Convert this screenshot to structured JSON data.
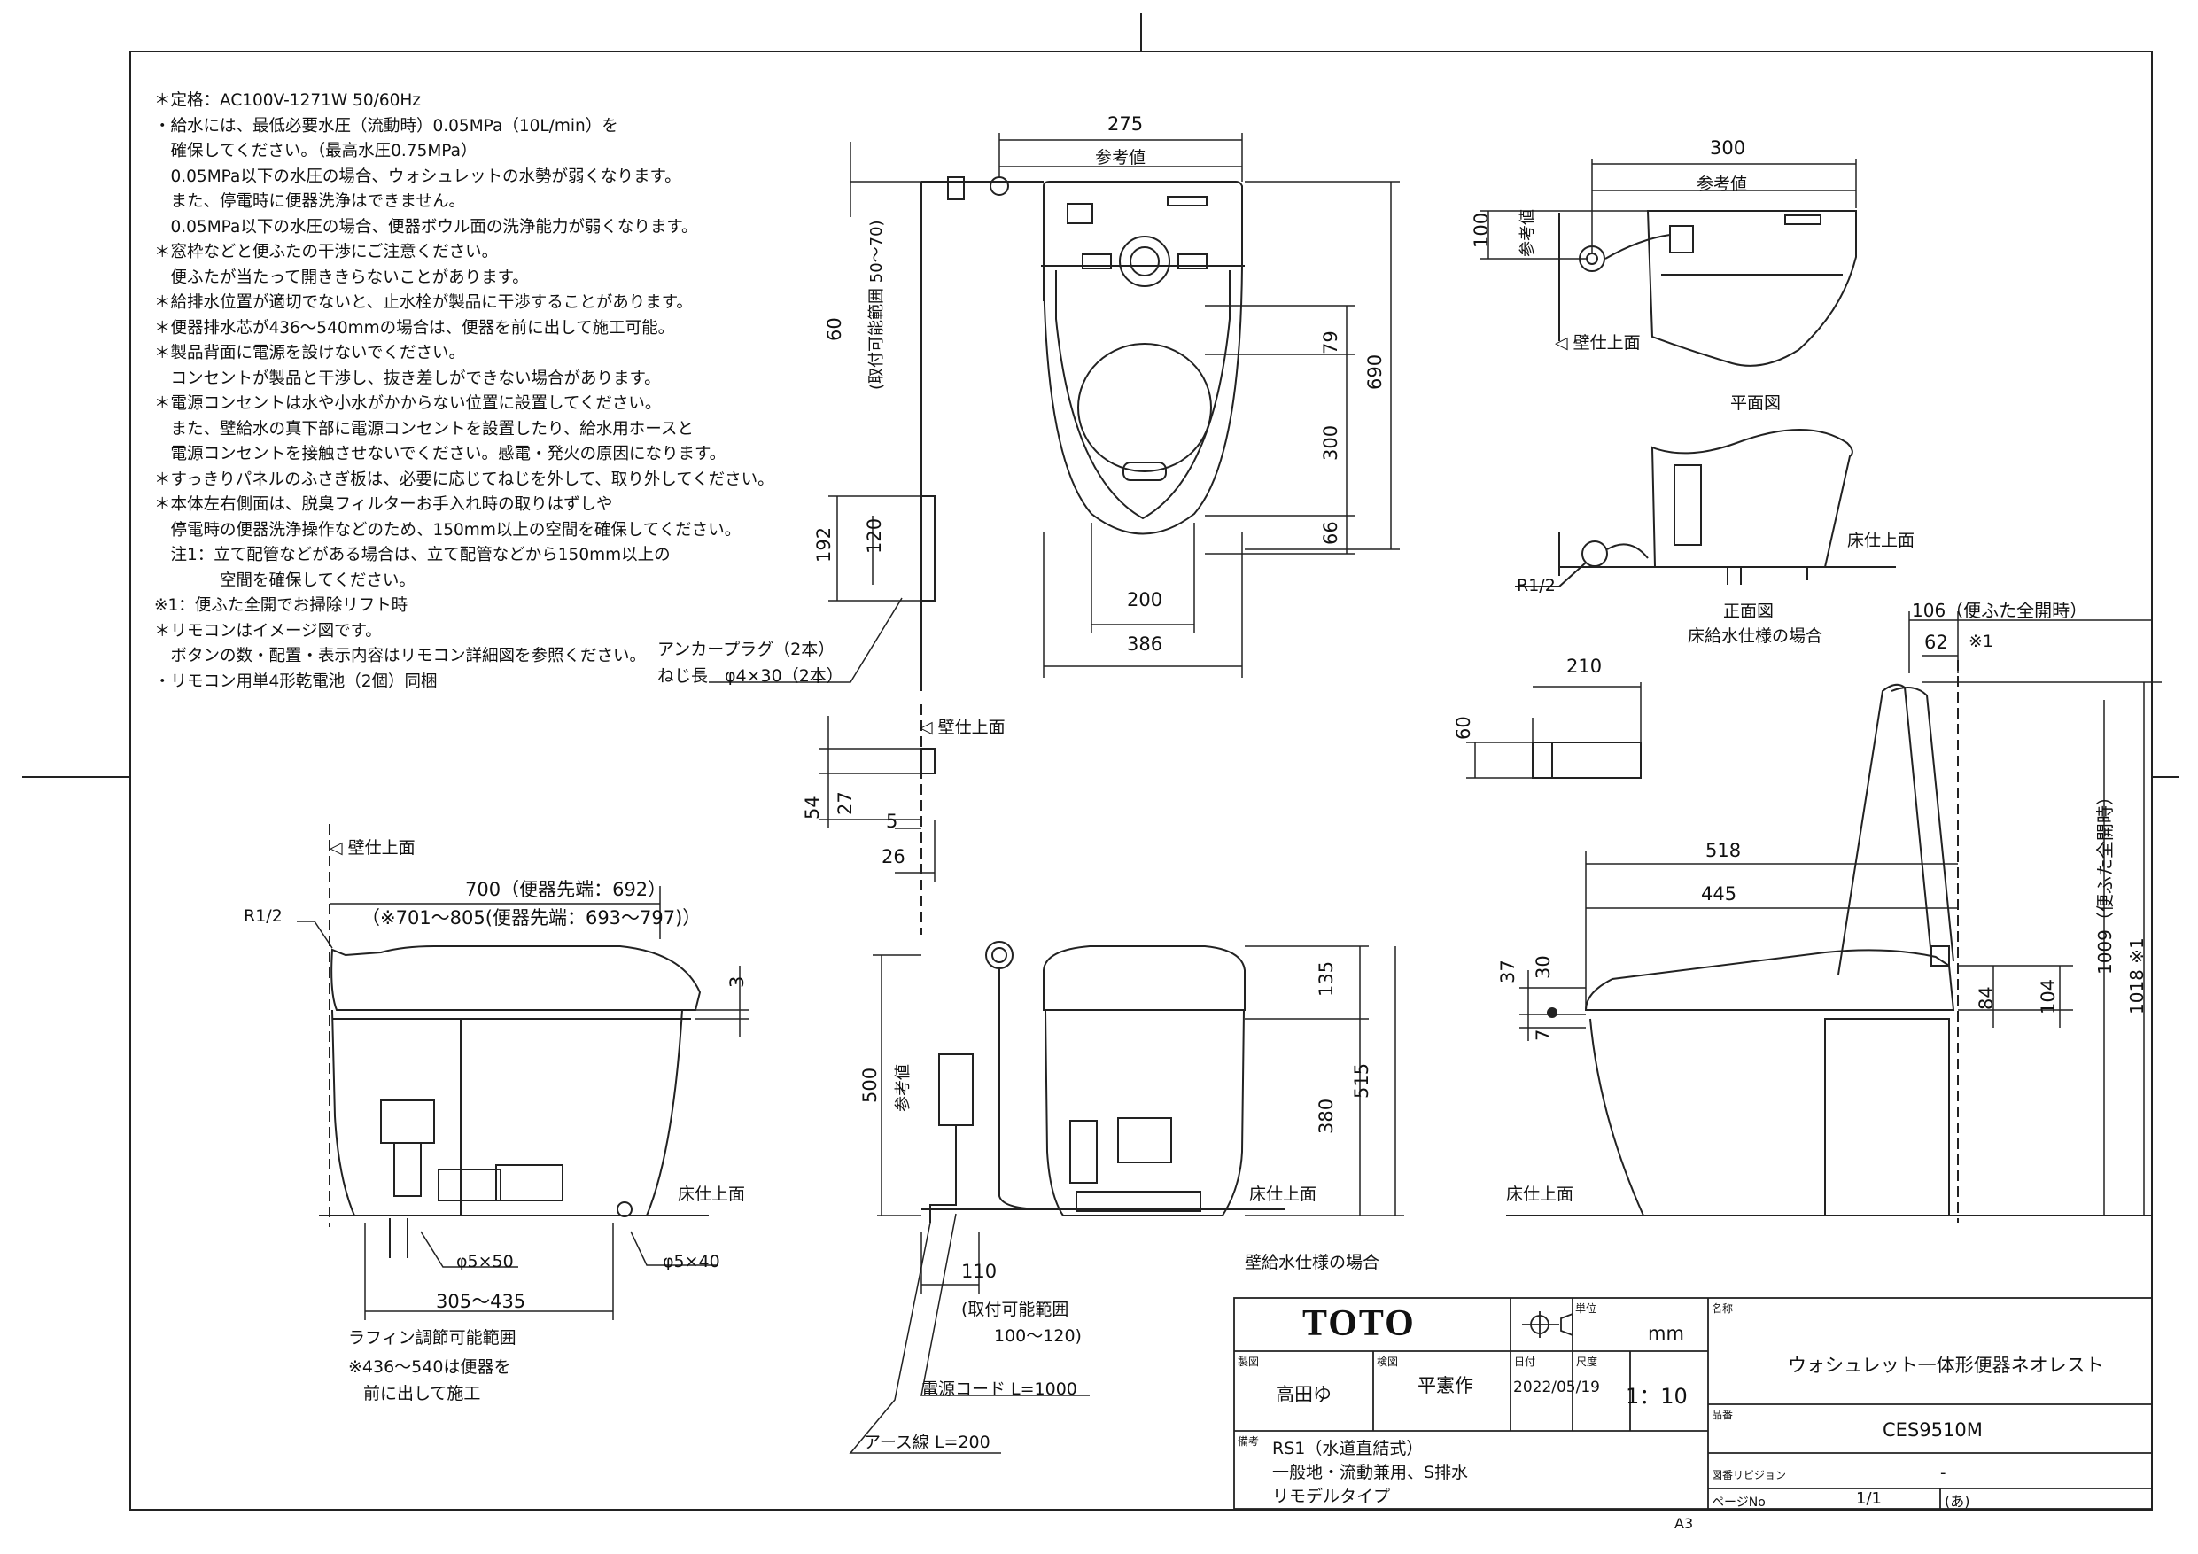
{
  "notes": [
    "＊定格：AC100V-1271W 50/60Hz",
    "・給水には、最低必要水圧（流動時）0.05MPa（10L/min）を",
    "　確保してください。（最高水圧0.75MPa）",
    "　0.05MPa以下の水圧の場合、ウォシュレットの水勢が弱くなります。",
    "　また、停電時に便器洗浄はできません。",
    "　0.05MPa以下の水圧の場合、便器ボウル面の洗浄能力が弱くなります。",
    "＊窓枠などと便ふたの干渉にご注意ください。",
    "　便ふたが当たって開ききらないことがあります。",
    "＊給排水位置が適切でないと、止水栓が製品に干渉することがあります。",
    "＊便器排水芯が436～540mmの場合は、便器を前に出して施工可能。",
    "＊製品背面に電源を設けないでください。",
    "　コンセントが製品と干渉し、抜き差しができない場合があります。",
    "＊電源コンセントは水や小水がかからない位置に設置してください。",
    "　また、壁給水の真下部に電源コンセントを設置したり、給水用ホースと",
    "　電源コンセントを接触させないでください。感電・発火の原因になります。",
    "＊すっきりパネルのふさぎ板は、必要に応じてねじを外して、取り外してください。",
    "＊本体左右側面は、脱臭フィルターお手入れ時の取りはずしや",
    "　停電時の便器洗浄操作などのため、150mm以上の空間を確保してください。",
    "　注1：立て配管などがある場合は、立て配管などから150mm以上の",
    "　　　　空間を確保してください。",
    "※1：便ふた全開でお掃除リフト時",
    "＊リモコンはイメージ図です。",
    "　ボタンの数・配置・表示内容はリモコン詳細図を参照ください。",
    "・リモコン用単4形乾電池（2個）同梱"
  ],
  "plan_view": {
    "dim_width_top": "275",
    "ref_label": "参考値",
    "dim_range_60": "60",
    "range_label": "(取付可能範囲 50～70)",
    "dim_79": "79",
    "dim_690": "690",
    "dim_300": "300",
    "dim_66": "66",
    "dim_192": "192",
    "dim_120": "120",
    "dim_200": "200",
    "dim_386": "386",
    "anchor_plug": "アンカープラグ（2本）",
    "screw": "ねじ長　φ4×30（2本）"
  },
  "remote_view": {
    "wall_label": "◁ 壁仕上面",
    "dim_54": "54",
    "dim_27": "27",
    "dim_5": "5",
    "dim_26": "26"
  },
  "left_side_view": {
    "wall_label": "◁ 壁仕上面",
    "dim_700": "700（便器先端：692）",
    "dim_701": "（※701～805(便器先端：693～797)）",
    "r12": "R1/2",
    "dim_3": "3",
    "floor_label": "床仕上面",
    "phi50": "φ5×50",
    "phi40": "φ5×40",
    "dim_305": "305～435",
    "rafin": "ラフィン調節可能範囲",
    "note_436": "※436～540は便器を",
    "note_front": "前に出して施工"
  },
  "front_view": {
    "dim_500": "500",
    "ref_label": "参考値",
    "dim_135": "135",
    "dim_515": "515",
    "dim_380": "380",
    "floor_label": "床仕上面",
    "dim_110": "110",
    "range_label": "(取付可能範囲",
    "range_value": "100～120)",
    "power_cord": "電源コード L=1000",
    "earth": "アース線 L=200",
    "caption": "壁給水仕様の場合"
  },
  "detail_plan": {
    "dim_300": "300",
    "ref_label": "参考値",
    "dim_100": "100",
    "ref_label_v": "参考値",
    "wall_label": "◁ 壁仕上面",
    "caption": "平面図"
  },
  "detail_front": {
    "floor_label": "床仕上面",
    "r12": "R1/2",
    "caption1": "正面図",
    "caption2": "床給水仕様の場合"
  },
  "right_side_view": {
    "dim_210": "210",
    "dim_60": "60",
    "dim_106": "106（便ふた全開時）",
    "dim_62": "62",
    "mark_1": "※1",
    "dim_518": "518",
    "dim_445": "445",
    "dim_37": "37",
    "dim_30": "30",
    "dim_7": "7",
    "dim_84": "84",
    "dim_104": "104",
    "dim_1009": "1009（便ふた全開時）",
    "dim_1018": "1018 ※1",
    "floor_label": "床仕上面"
  },
  "title_block": {
    "logo": "TOTO",
    "unit_label": "単位",
    "unit": "mm",
    "name_label": "名称",
    "product_name": "ウォシュレット一体形便器ネオレスト",
    "drawn_label": "製図",
    "drawn_by": "高田ゆ",
    "checked_label": "検図",
    "checked_by": "平憲作",
    "date_label": "日付",
    "date": "2022/05/19",
    "scale_label": "尺度",
    "scale": "1：10",
    "part_label": "品番",
    "part_no": "CES9510M",
    "remarks_label": "備考",
    "remarks": [
      "RS1（水道直結式）",
      "一般地・流動兼用、S排水",
      "リモデルタイプ"
    ],
    "revision_label": "図番リビジョン",
    "revision": "-",
    "page_label": "ページNo",
    "page": "1/1",
    "paper": "A3",
    "mark": "(あ)"
  }
}
